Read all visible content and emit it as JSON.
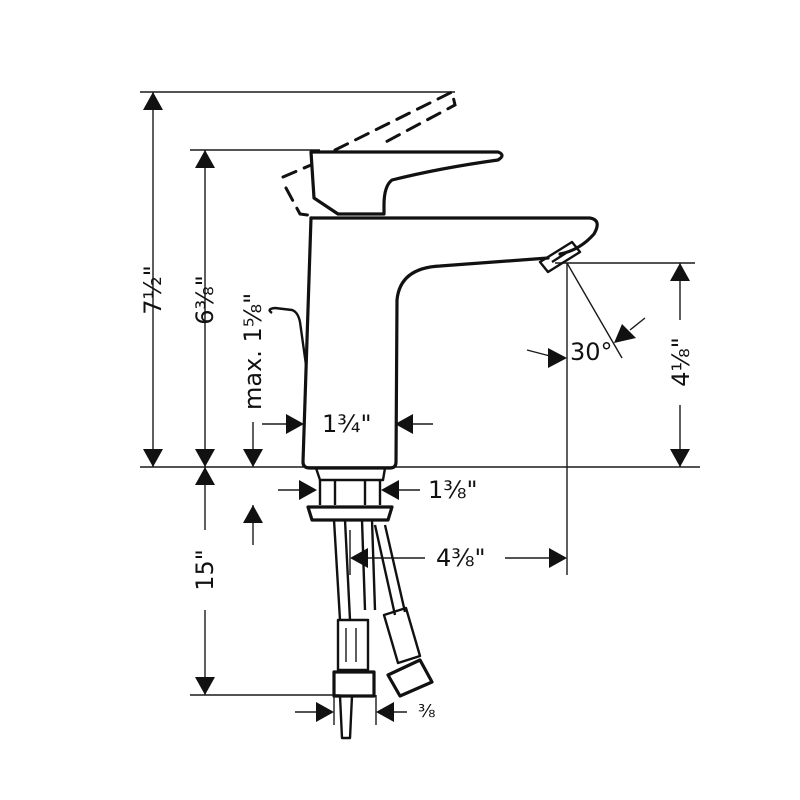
{
  "drawing": {
    "subject": "Single-lever faucet dimension drawing",
    "units": "inches",
    "line_color": "#111111",
    "background": "#ffffff"
  },
  "dimensions": {
    "total_height": "7½\"",
    "lever_height": "6⅜\"",
    "popup_rod": "max. 1⅝\"",
    "body_width": "1¾\"",
    "spout_height": "4⅛\"",
    "spray_angle": "30°",
    "shank_diameter": "1⅜\"",
    "spout_reach": "4⅜\"",
    "hose_length": "15\"",
    "connection_size": "⅜"
  }
}
